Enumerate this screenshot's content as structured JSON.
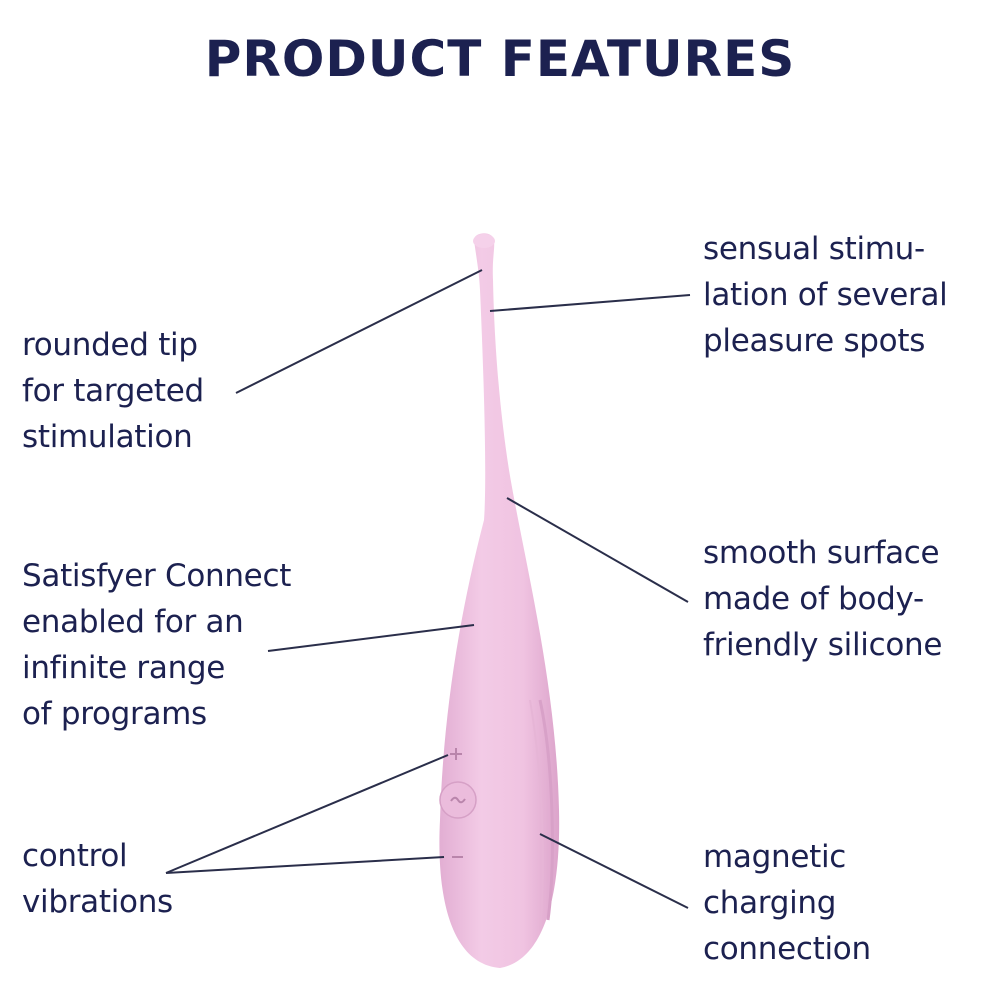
{
  "page": {
    "title": "PRODUCT FEATURES"
  },
  "features_left": [
    {
      "id": "rounded-tip",
      "lines": [
        "rounded tip",
        "for targeted",
        "stimulation"
      ]
    },
    {
      "id": "satisfyer-connect",
      "lines": [
        "Satisfyer Connect",
        "enabled for an",
        "infinite range",
        "of programs"
      ]
    },
    {
      "id": "control-vibrations",
      "lines": [
        "control",
        "vibrations"
      ]
    }
  ],
  "features_right": [
    {
      "id": "sensual-stimulation",
      "lines": [
        "sensual stimu-",
        "lation of several",
        "pleasure spots"
      ]
    },
    {
      "id": "smooth-surface",
      "lines": [
        "smooth surface",
        "made of body-",
        "friendly silicone"
      ]
    },
    {
      "id": "magnetic-charging",
      "lines": [
        "magnetic",
        "charging",
        "connection"
      ]
    }
  ],
  "colors": {
    "text": "#1c2150",
    "product_pink": "#f0c6e2",
    "product_shadow": "#d9a2c9",
    "leader_line": "#2a2e4a"
  },
  "icons": {
    "plus_button": "plus-icon",
    "mode_button": "tilde-icon",
    "minus_button": "minus-icon"
  }
}
